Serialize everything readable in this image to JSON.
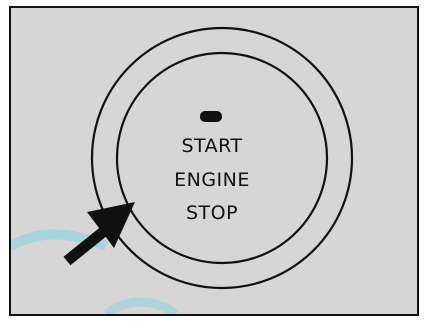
{
  "button": {
    "line1": "START",
    "line2": "ENGINE",
    "line3": "STOP"
  },
  "icons": {
    "indicator": "indicator-lamp-icon",
    "pointer": "arrow-pointer-icon"
  },
  "colors": {
    "panel_background": "#d6d6d6",
    "ink": "#111111",
    "watermark": "#00c8e8"
  }
}
